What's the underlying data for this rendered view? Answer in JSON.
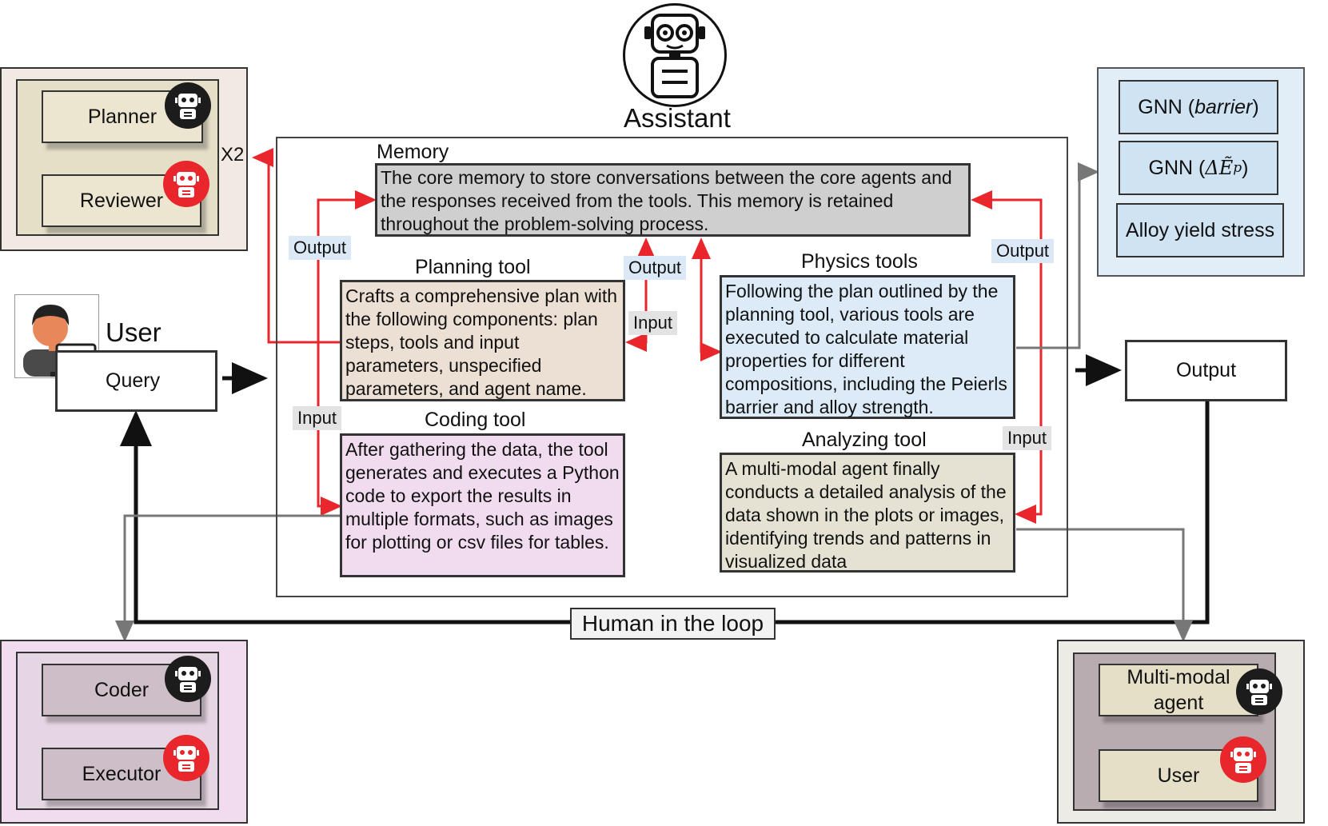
{
  "assistant": {
    "label": "Assistant"
  },
  "user": {
    "label": "User",
    "query": "Query"
  },
  "output": {
    "label": "Output"
  },
  "hitl": {
    "label": "Human in the loop"
  },
  "memory": {
    "title": "Memory",
    "text": "The core memory to store conversations between the core agents and the responses received from the tools. This memory is retained throughout the problem-solving process."
  },
  "planning": {
    "title": "Planning tool",
    "text": "Crafts a comprehensive plan with the following components: plan steps, tools and input parameters, unspecified parameters, and agent name."
  },
  "coding": {
    "title": "Coding tool",
    "text": "After gathering the data, the tool generates and executes a Python code to export the results in multiple formats, such as images for plotting or csv files for tables."
  },
  "physics": {
    "title": "Physics tools",
    "text": "Following the plan outlined by the planning tool, various tools are executed to calculate material properties for different compositions, including the Peierls barrier and alloy strength."
  },
  "analyzing": {
    "title": "Analyzing tool",
    "text": "A multi-modal agent finally conducts a detailed analysis of the data shown in the plots or images, identifying trends and patterns in visualized data"
  },
  "tags": {
    "output_left": "Output",
    "output_center": "Output",
    "output_right": "Output",
    "input_left": "Input",
    "input_center": "Input",
    "input_right": "Input"
  },
  "planner_group": {
    "planner": "Planner",
    "reviewer": "Reviewer",
    "repeat": "X2"
  },
  "coder_group": {
    "coder": "Coder",
    "executor": "Executor"
  },
  "mm_group": {
    "agent": "Multi-modal agent",
    "user": "User"
  },
  "gnn_group": {
    "barrier_prefix": "GNN (",
    "barrier_italic": "barrier",
    "barrier_suffix": ")",
    "ep_prefix": "GNN (",
    "ep_symbol": "ΔẼ",
    "ep_sub": "p",
    "ep_suffix": ")",
    "alloy": "Alloy yield stress"
  },
  "colors": {
    "memory_bg": "#cfcfcf",
    "planning_bg": "#ecdfd3",
    "coding_bg": "#f1dcef",
    "physics_bg": "#dcebf7",
    "analyzing_bg": "#e5e2d3",
    "arrow_red": "#e8262b",
    "arrow_gray": "#777777"
  }
}
